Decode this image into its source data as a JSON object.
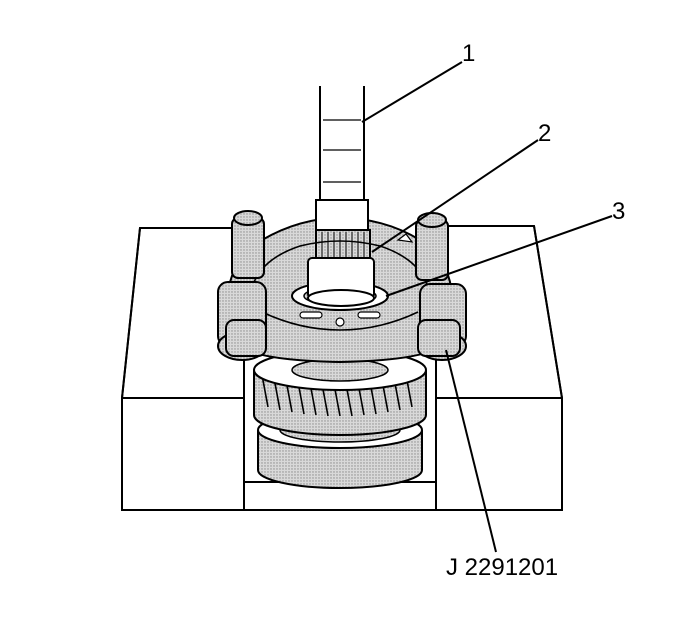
{
  "diagram": {
    "callouts": [
      {
        "id": "1",
        "text": "1"
      },
      {
        "id": "2",
        "text": "2"
      },
      {
        "id": "3",
        "text": "3"
      },
      {
        "id": "tool",
        "text": "J 2291201"
      }
    ],
    "colors": {
      "line": "#000000",
      "fill_light": "#ffffff",
      "fill_shaded": "#c8c8c8"
    }
  }
}
